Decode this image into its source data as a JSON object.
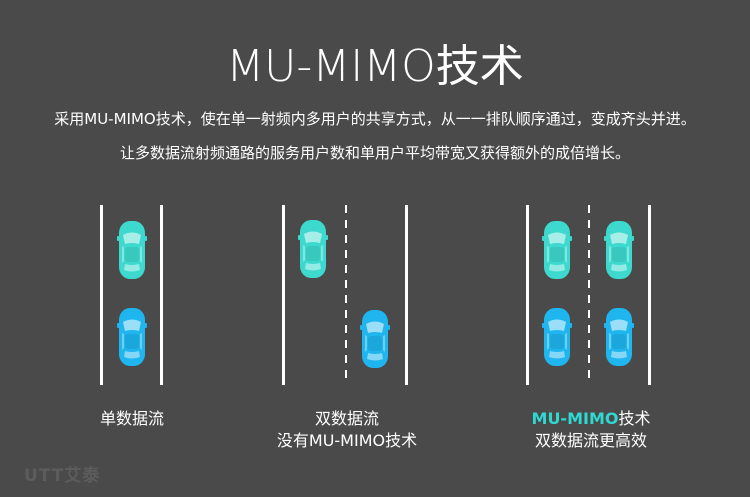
{
  "title": "MU-MIMO技术",
  "description": {
    "line1": "采用MU-MIMO技术，使在单一射频内多用户的共享方式，从一一排队顺序通过，变成齐头并进。",
    "line2": "让多数据流射频通路的服务用户数和单用户平均带宽又获得额外的成倍增长。"
  },
  "colors": {
    "background": "#4a4a4a",
    "car_teal": "#3dd9cf",
    "car_blue": "#1fb6ef",
    "accent_text": "#2fd8d0"
  },
  "captions": {
    "single": "单数据流",
    "dual_line1": "双数据流",
    "dual_line2": "没有MU-MIMO技术",
    "mumimo_accent": "MU-MIMO",
    "mumimo_suffix": "技术",
    "mumimo_line2": "双数据流更高效"
  },
  "logo": "UTT艾泰",
  "icons": [
    "car-icon"
  ]
}
